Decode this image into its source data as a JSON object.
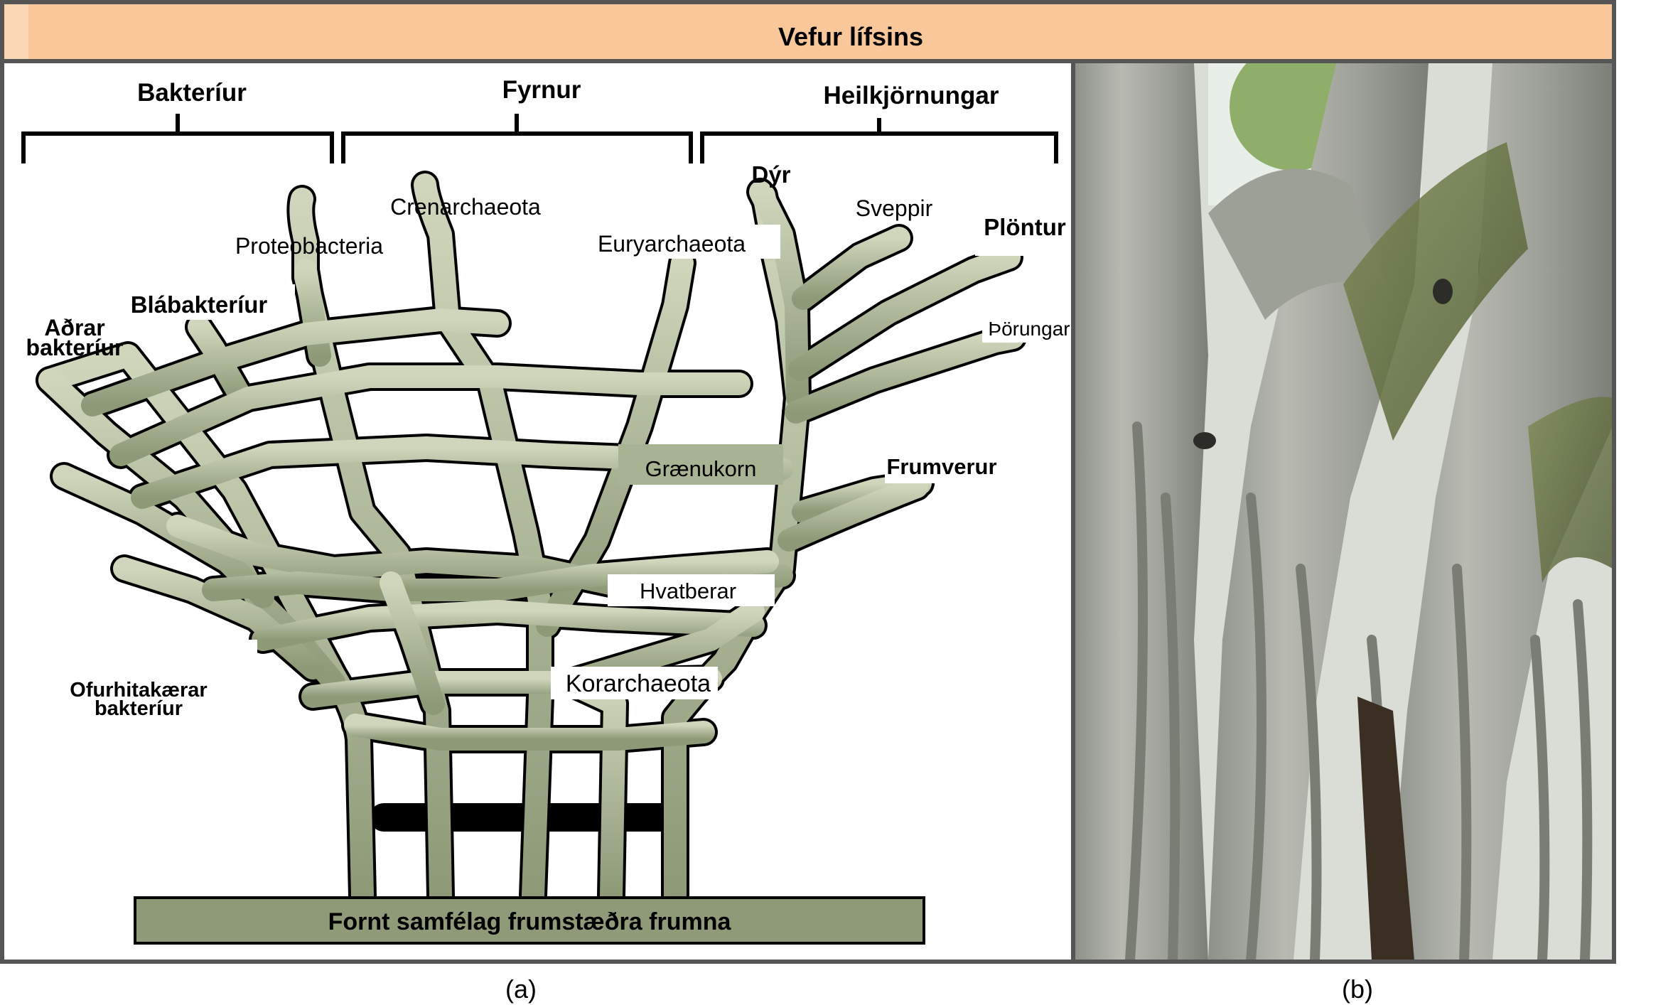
{
  "title": "Vefur lífsins",
  "groups": {
    "bacteria": "Bakteríur",
    "archaea": "Fyrnur",
    "eukarya": "Heilkjörnungar"
  },
  "labels": {
    "other_bacteria_1": "Aðrar",
    "other_bacteria_2": "bakteríur",
    "cyanobacteria": "Blábakteríur",
    "proteobacteria": "Proteobacteria",
    "crenarchaeota": "Crenarchaeota",
    "euryarchaeota": "Euryarchaeota",
    "animals": "Dýr",
    "fungi": "Sveppir",
    "plants": "Plöntur",
    "algae": "Þörungar",
    "protists": "Frumverur",
    "chloroplasts": "Grænukorn",
    "mitochondria": "Hvatberar",
    "korarchaeota": "Korarchaeota",
    "thermophiles_1": "Ofurhitakærar",
    "thermophiles_2": "bakteríur",
    "ancestor": "Fornt samfélag frumstæðra frumna"
  },
  "captions": {
    "a": "(a)",
    "b": "(b)"
  },
  "colors": {
    "banner": "#f9c79a",
    "branch": "#a8b394",
    "trunk": "#8e9a78",
    "bark": "#a9aca4",
    "moss": "#6d7a47",
    "border": "#555555"
  }
}
